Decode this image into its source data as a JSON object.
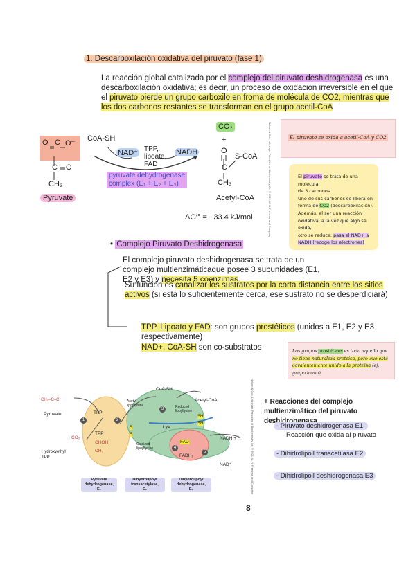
{
  "section1": {
    "title": "1. Descarboxilación oxidativa del piruvato (fase 1)",
    "para": {
      "t1": "La reacción global catalizada por el ",
      "h1": "complejo del piruvato deshidrogenasa",
      "t2": " es una descarboxilación oxidativa; es decir, un proceso de oxidación irreversible en el que el ",
      "h2": "piruvato pierde un grupo carboxilo en froma de molécula de CO2, mientras que los dos carbonos restantes se transforman en el grupo acetil-CoA"
    }
  },
  "reaction": {
    "pyruvate_label": "Pyruvate",
    "coash": "CoA-SH",
    "nad_plus": "NAD⁺",
    "nadh": "NADH",
    "cofactors": [
      "TPP,",
      "lipoate,",
      "FAD"
    ],
    "enzyme_line1": "pyruvate dehydrogenase",
    "enzyme_line2": "complex (E₁ + E₂ + E₃)",
    "co2": "CO₂",
    "plus": "+",
    "acetylcoa_label": "Acetyl-CoA",
    "scoa": "S-CoA",
    "ch3": "CH₃",
    "o": "O",
    "o_minus": "O⁻",
    "c": "C",
    "delta_g": "ΔG′° = −33.4 kJ/mol",
    "credit": "Nelson & Cox, Lehninger Principles of Biochemistry, 8e, © 2021 W. H. Freeman and Company"
  },
  "note_oxida": "El piruvato se oxida a acetil-CoA y CO2",
  "note_yellow": {
    "l1a": "El ",
    "l1h": "piruvato",
    "l1b": " se trata de una molécula",
    "l2": "de 3 carbonos.",
    "l3": "Uno de sus carbonos se libera en",
    "l4a": "forma de ",
    "l4h": "CO2",
    "l4b": " (descarboxilación).",
    "l5": "Además, al ser una reacción",
    "l6": "oxidativa, a la vez que algo se oxida,",
    "l7a": "otro se reduce: ",
    "l7h": "pasa el NAD+ a",
    "l8h": "NADH",
    "l8b": " (recoge los electrones)"
  },
  "section2": {
    "bullet": "•",
    "title": "Complejo Piruvato Deshidrogenasa",
    "p1a": "El complejo piruvato deshidrogenasa se trata de un complejo multienzimáticaque posee 3 subunidades (E1, E2 y E3) y ",
    "p1h": "necesita 5 coenzimas",
    "p1b": ".",
    "p2a": "Su función es ",
    "p2h": "canalizar los sustratos por la corta distancia entre los sitios activos",
    "p2b": " (si está lo suficientemente cerca, ese sustrato no se desperdiciará)",
    "p3h1": "TPP, Lipoato y FAD",
    "p3a": ": son grupos ",
    "p3h2": "prostéticos",
    "p3b": " (unidos a E1, E2 y E3 respectivamente)",
    "p4h": "NAD+, CoA-SH",
    "p4b": " son co-substratos"
  },
  "note_prostetico": {
    "t1": "Los grupos ",
    "h1": "prostéticos",
    "t2": " es todo aquello que ",
    "h2": "no tiene naturaleza proteica, pero que está covalentemente unido a la proteína",
    "t3": " (ej. grupo hemo)"
  },
  "diagram2": {
    "pyruvate": "Pyruvate",
    "tpp": "TPP",
    "tpp2": "TPP",
    "chohch3": "CHOH",
    "ch3": "CH₃",
    "co2": "CO₂",
    "hydroxyethyl": [
      "Hydroxyethyl",
      "TPP"
    ],
    "coash": "CoA-SH",
    "acetylcoa": "Acetyl-CoA",
    "acetyl_lipoyllysine": [
      "Acetyl",
      "lipoyllysine"
    ],
    "reduced_lipoyllysine": [
      "Reduced",
      "lipoyllysine"
    ],
    "oxidized_lipoyllysine": [
      "Oxidized",
      "lipoyllysine"
    ],
    "lys": "Lys",
    "sh": "SH",
    "s": "S",
    "fad": "FAD",
    "fadh2": "FADH₂",
    "nadh": "NADH + H⁺",
    "nad": "NAD⁺",
    "steps": [
      "1",
      "2",
      "3",
      "4",
      "5"
    ],
    "enzymes": [
      [
        "Pyruvate",
        "dehydrogenase,",
        "E₁"
      ],
      [
        "Dihydrolipoyl",
        "transacetylase,",
        "E₂"
      ],
      [
        "Dihydrolipoyl",
        "dehydrogenase,",
        "E₃"
      ]
    ],
    "credit": "Nelson & Cox, Lehninger Principles of Biochemistry, 8e, © 2021 W. H. Freeman and Company"
  },
  "reacciones": {
    "title": "+ Reacciones del complejo multienzimático del piruvato deshidrogenasa",
    "items": [
      {
        "label": "- Piruvato deshidrogenasa E1:",
        "sub": "Reacción que oxida al piruvato"
      },
      {
        "label": "- Dihidrolipoil transcetilasa E2",
        "sub": ""
      },
      {
        "label": "- Dihidrolipoil deshidrogenasa E3",
        "sub": ""
      }
    ]
  },
  "page_number": "8"
}
